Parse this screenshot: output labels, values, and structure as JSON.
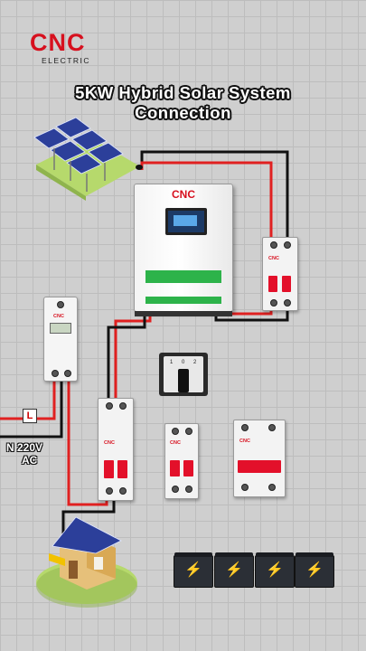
{
  "brand": {
    "logo": "CNC",
    "sub": "ELECTRIC",
    "color": "#d7101e"
  },
  "title": {
    "line1": "5KW Hybrid Solar System",
    "line2": "Connection"
  },
  "inverter": {
    "brand": "CNC"
  },
  "breakers": {
    "brand": "CNC"
  },
  "meter": {
    "brand": "CNC"
  },
  "switch": {
    "pos0": "0",
    "pos1": "1",
    "pos2": "2"
  },
  "ac_labels": {
    "live": "L",
    "neutral": "N 220V",
    "ac": "AC"
  },
  "icons": {
    "battery_bolt": "⚡"
  },
  "colors": {
    "live_wire": "#e02020",
    "neutral_wire": "#111111",
    "breaker_handle": "#e3102a"
  }
}
